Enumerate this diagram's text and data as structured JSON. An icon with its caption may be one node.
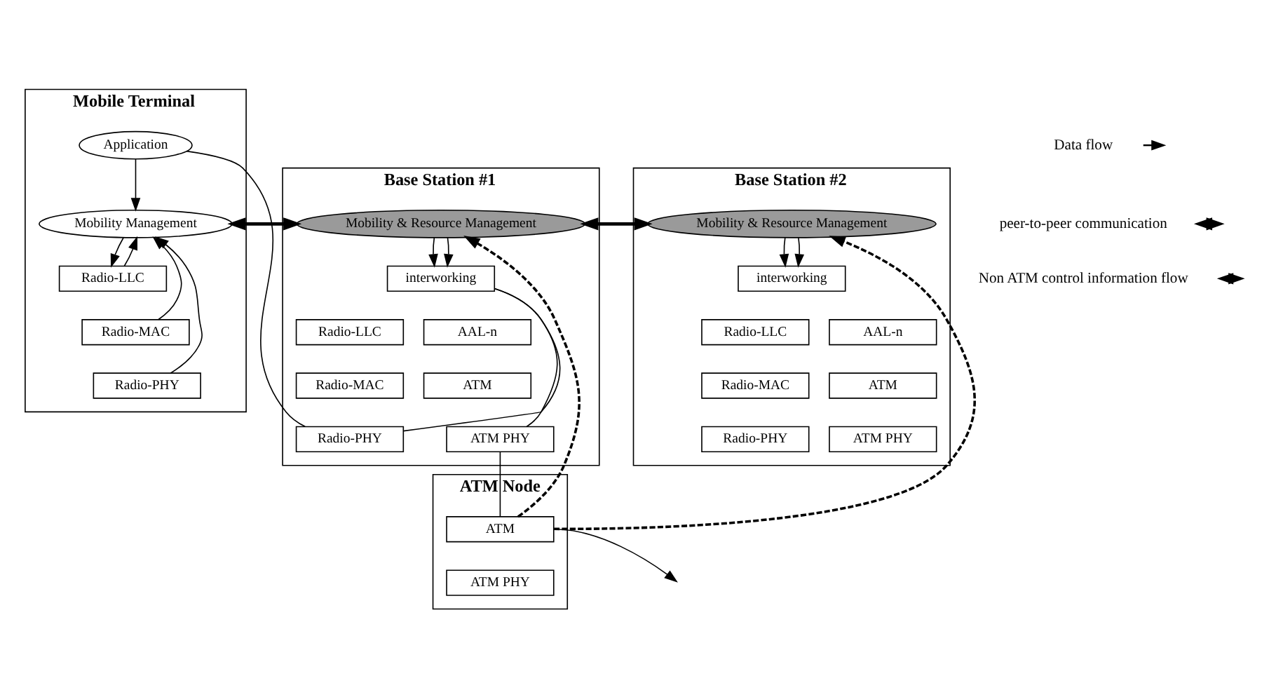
{
  "diagram": {
    "nodes": [
      {
        "text": [
          "Mobile Terminal"
        ]
      },
      {
        "text": [
          "Mobility Management"
        ],
        "in": 0
      },
      {
        "text": [
          "Application"
        ],
        "in": 0
      },
      {
        "text": [
          "Radio-LLC"
        ],
        "in": 0
      },
      {
        "text": [
          "Radio-MAC"
        ],
        "in": 0
      },
      {
        "text": [
          "Radio-PHY"
        ],
        "in": 0
      },
      {
        "text": [
          "Base Station #1"
        ]
      },
      {
        "text": [
          "Mobility & Resource Management"
        ],
        "in": 6
      },
      {
        "text": [
          "interworking"
        ],
        "in": 6
      },
      {
        "text": [
          "Radio-LLC"
        ],
        "in": 6
      },
      {
        "text": [
          "AAL-n"
        ],
        "in": 6
      },
      {
        "text": [
          "ATM"
        ],
        "in": 6
      },
      {
        "text": [
          "Radio-MAC"
        ],
        "in": 6
      },
      {
        "text": [
          "ATM PHY"
        ],
        "in": 6
      },
      {
        "text": [
          "Radio-PHY"
        ],
        "in": 6
      },
      {
        "text": [
          "Base Station #2"
        ]
      },
      {
        "text": [
          "Mobility & Resource Management"
        ],
        "in": 15
      },
      {
        "text": [
          "interworking"
        ],
        "in": 15
      },
      {
        "text": [
          "Radio-LLC"
        ],
        "in": 15
      },
      {
        "text": [
          "AAL-n"
        ],
        "in": 15
      },
      {
        "text": [
          "ATM"
        ],
        "in": 15
      },
      {
        "text": [
          "Radio-MAC"
        ],
        "in": 15
      },
      {
        "text": [
          "ATM PHY"
        ],
        "in": 15
      },
      {
        "text": [
          "Radio-PHY"
        ],
        "in": 15
      },
      {
        "text": [
          "ATM Node"
        ]
      },
      {
        "text": [
          "ATM"
        ],
        "in": 24
      },
      {
        "text": [
          "ATM PHY"
        ],
        "in": 24
      }
    ],
    "edges": [
      {
        "from": 2,
        "to": 1,
        "arrow": "to"
      },
      {
        "from": 3,
        "to": 1,
        "arrow": "to"
      },
      {
        "from": 4,
        "to": 1,
        "arrow": "to"
      },
      {
        "from": 5,
        "to": 1,
        "arrow": "to"
      },
      {
        "from": 1,
        "to": 3,
        "arrow": "to"
      },
      {
        "from": 1,
        "to": 7,
        "arrow": "both",
        "style": "thick"
      },
      {
        "from": 7,
        "to": 16,
        "arrow": "both",
        "style": "thick"
      },
      {
        "from": 7,
        "to": 8,
        "arrow": "to"
      },
      {
        "from": 7,
        "to": 8,
        "arrow": "to"
      },
      {
        "from": 16,
        "to": 17,
        "arrow": "to"
      },
      {
        "from": 16,
        "to": 17,
        "arrow": "to"
      },
      {
        "from": 2,
        "to": 14,
        "arrow": "none"
      },
      {
        "from": 14,
        "to": 8,
        "arrow": "none"
      },
      {
        "from": 8,
        "to": 13,
        "arrow": "none"
      },
      {
        "from": 13,
        "to": 25,
        "arrow": "none"
      },
      {
        "from": 25,
        "to": null,
        "arrow": "to"
      },
      {
        "from": 25,
        "to": 7,
        "arrow": "to",
        "style": "dashed"
      },
      {
        "from": 25,
        "to": 16,
        "arrow": "to",
        "style": "dashed"
      }
    ],
    "legend": [
      {
        "text": "Data flow"
      },
      {
        "text": "peer-to-peer communication"
      },
      {
        "text": "Non ATM control information flow"
      }
    ]
  }
}
